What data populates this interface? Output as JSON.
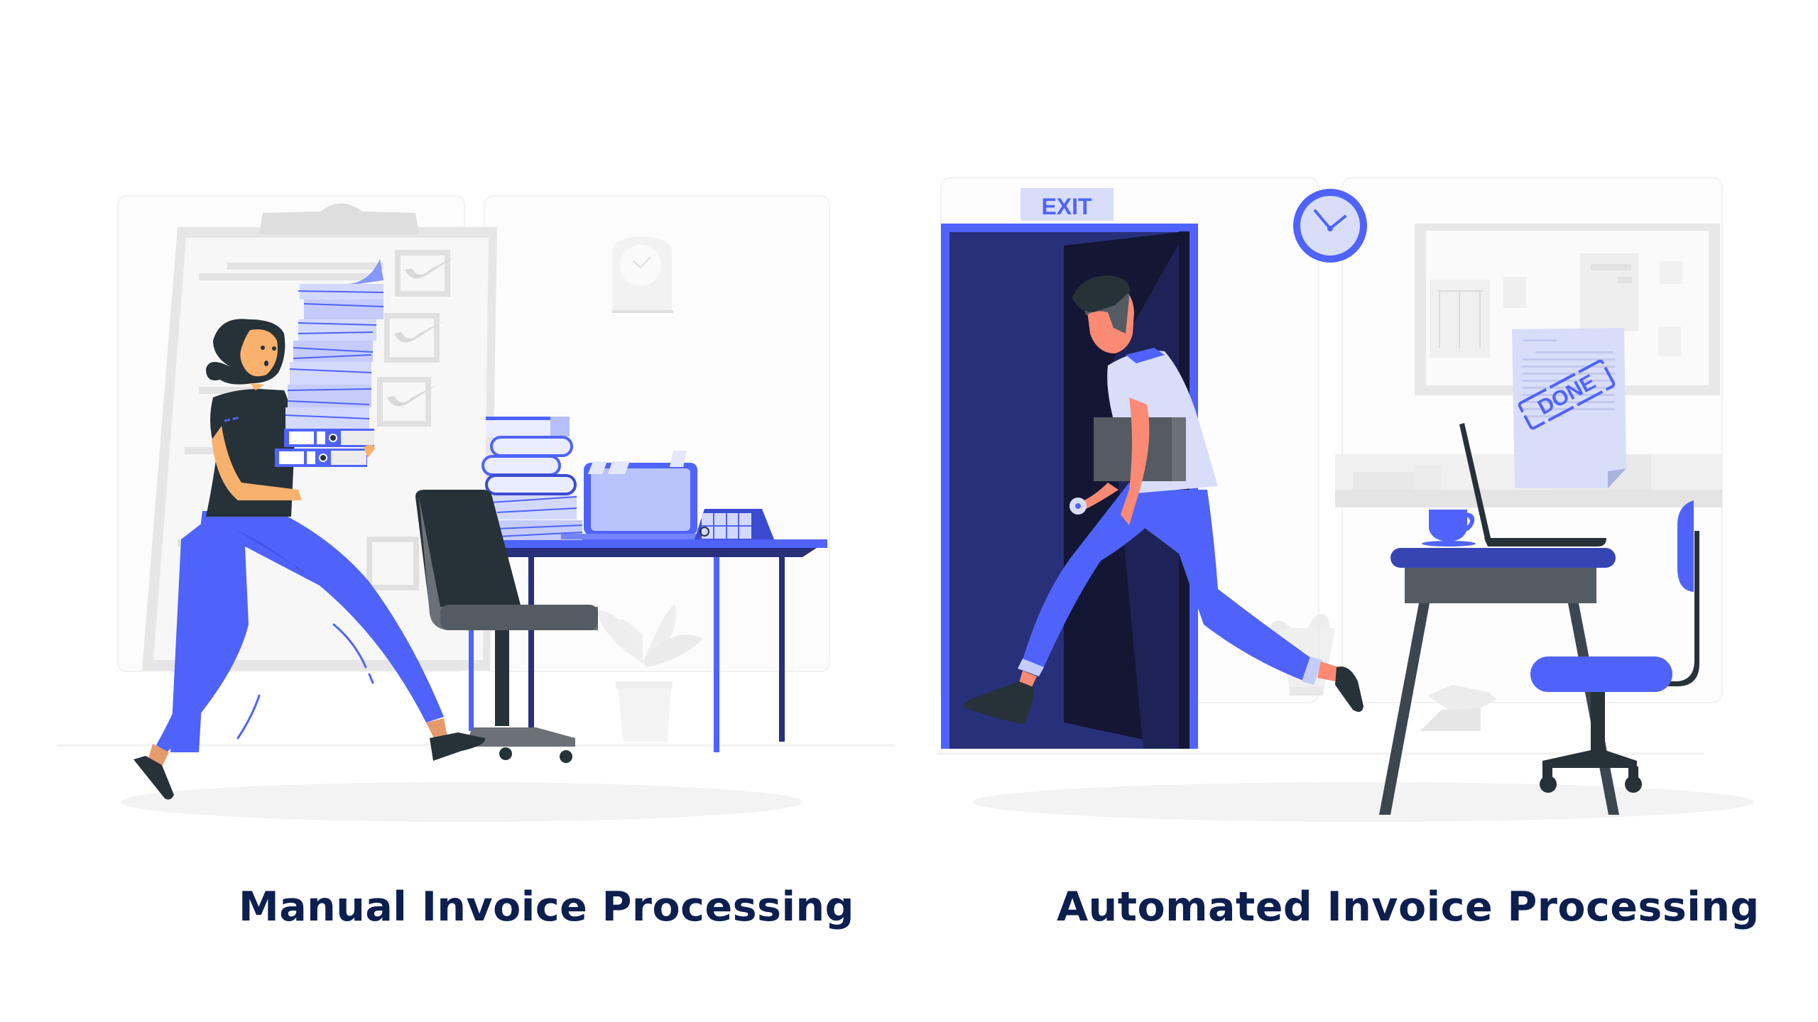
{
  "captions": {
    "manual": "Manual Invoice Processing",
    "automated": "Automated Invoice Processing"
  },
  "scene_left": {
    "description": "Stressed woman carrying a tall stack of papers and binders past a clipboard checklist and a cluttered desk",
    "clipboard_checks": 4,
    "checked_boxes": 3
  },
  "scene_right": {
    "description": "Man leaving through an exit door carrying a laptop bag; tidy desk with laptop, cup and a DONE document",
    "exit_sign": "EXIT",
    "stamp": "DONE"
  },
  "colors": {
    "primary_blue": "#4f63fb",
    "dark_blue": "#28307a",
    "navy": "#141734",
    "light_blue": "#d8ddfa",
    "dark_gray": "#263238",
    "mid_gray": "#545b63",
    "light_gray": "#e6e6e6",
    "skin_woman": "#f9b16e",
    "skin_man": "#fb8a74",
    "caption_text": "#0d1f4f"
  }
}
